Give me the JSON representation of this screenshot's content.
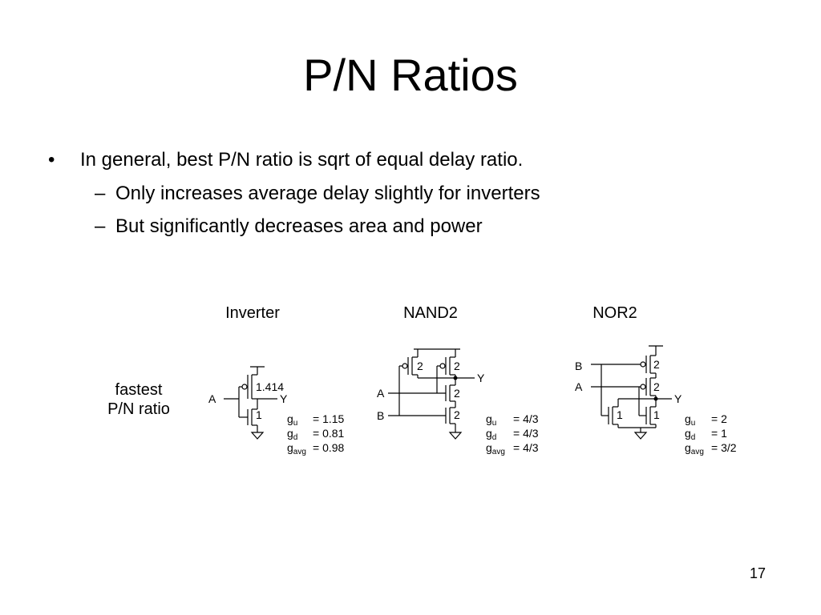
{
  "slide": {
    "title": "P/N Ratios",
    "bullets": {
      "main_marker": "•",
      "main": "In general, best P/N ratio is sqrt of equal delay ratio.",
      "sub_marker": "–",
      "sub1": "Only increases average delay slightly for inverters",
      "sub2": "But significantly decreases area and power"
    },
    "row_label_1": "fastest",
    "row_label_2": "P/N ratio",
    "page_number": "17"
  },
  "inverter": {
    "label": "Inverter",
    "input": "A",
    "output": "Y",
    "p_size": "1.414",
    "n_size": "1",
    "g_u": "= 1.15",
    "g_d": "= 0.81",
    "g_avg": "= 0.98"
  },
  "nand2": {
    "label": "NAND2",
    "input_a": "A",
    "input_b": "B",
    "output": "Y",
    "p1_size": "2",
    "p2_size": "2",
    "n1_size": "2",
    "n2_size": "2",
    "g_u": "= 4/3",
    "g_d": "= 4/3",
    "g_avg": "= 4/3"
  },
  "nor2": {
    "label": "NOR2",
    "input_a": "A",
    "input_b": "B",
    "output": "Y",
    "p1_size": "2",
    "p2_size": "2",
    "n1_size": "1",
    "n2_size": "1",
    "g_u": "= 2",
    "g_d": "= 1",
    "g_avg": "= 3/2"
  },
  "effort_symbols": {
    "g": "g",
    "u": "u",
    "d": "d",
    "avg": "avg"
  }
}
